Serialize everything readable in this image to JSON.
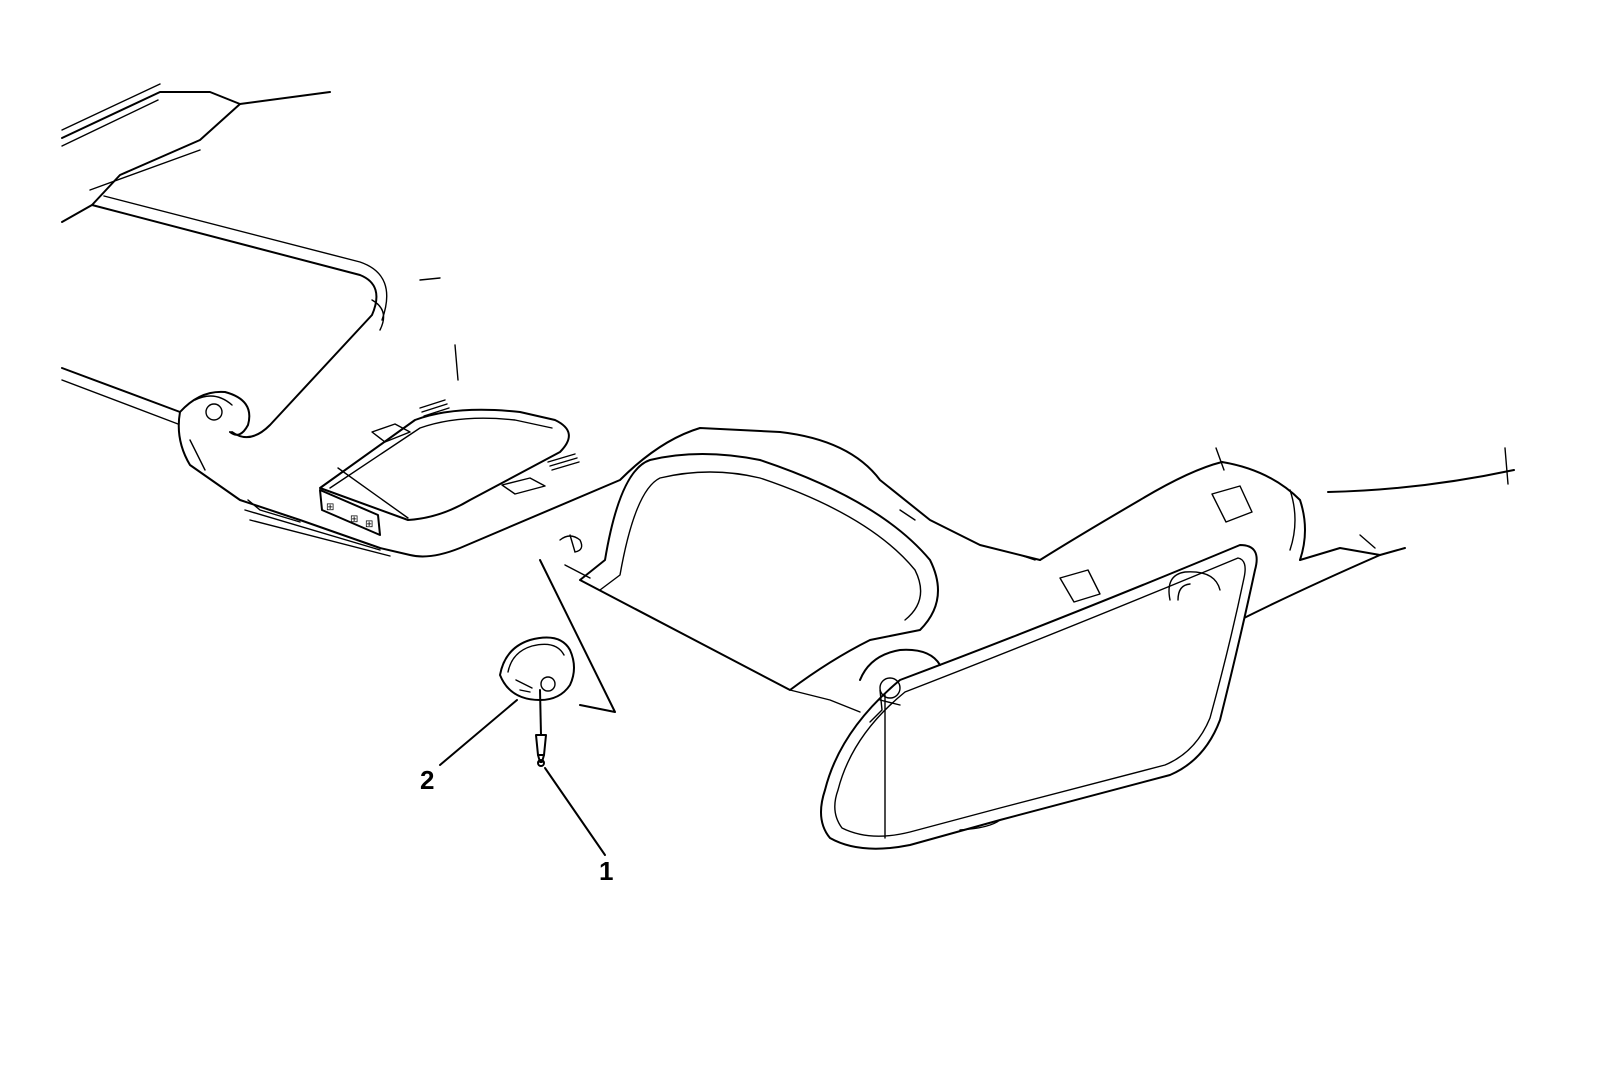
{
  "diagram": {
    "line_color": "#000000",
    "background": "#ffffff",
    "callouts": [
      {
        "id": "screw",
        "label": "1"
      },
      {
        "id": "cover",
        "label": "2"
      }
    ]
  }
}
